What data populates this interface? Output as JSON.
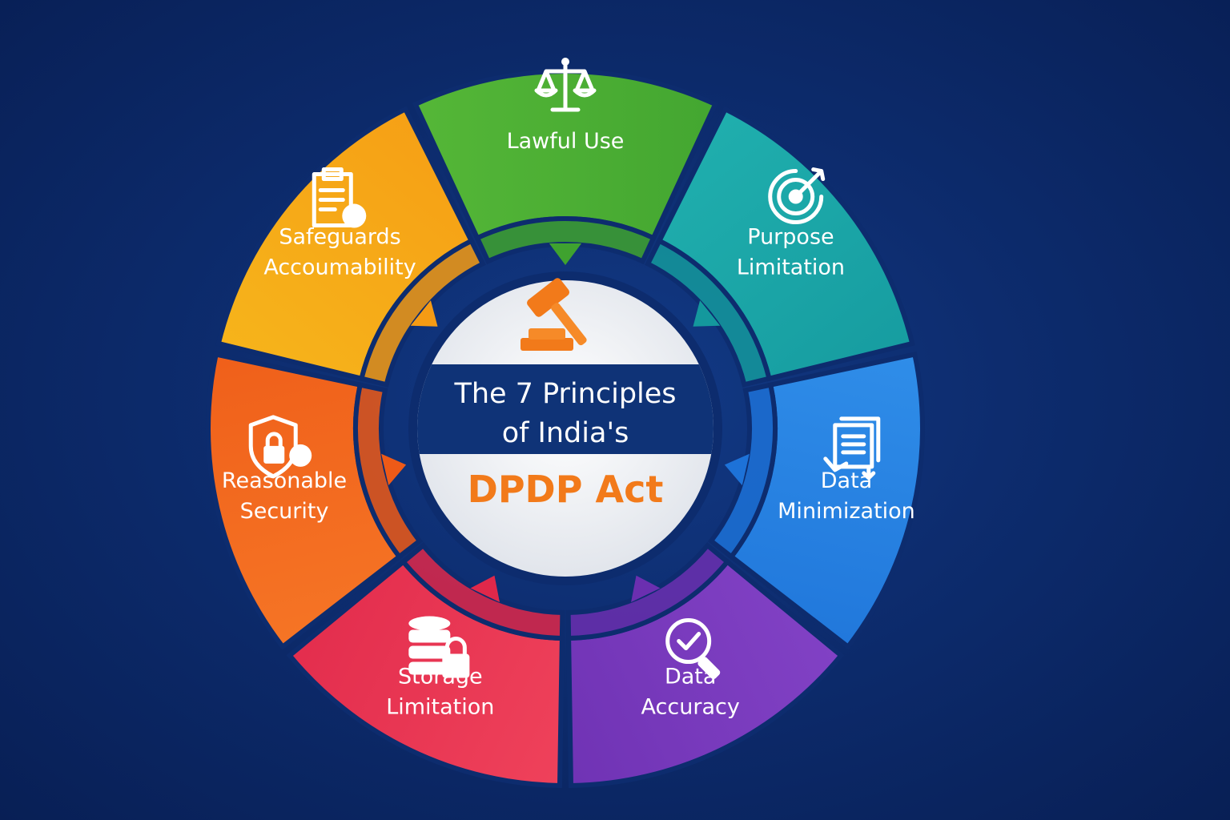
{
  "hub": {
    "title_line1": "The 7 Principles",
    "title_line2": "of India's",
    "act": "DPDP Act",
    "icon": "gavel-icon",
    "accent_color": "#f27a1a",
    "band_color": "#0f3377"
  },
  "principles": [
    {
      "id": "lawful-use",
      "lines": [
        "Lawful Use"
      ],
      "icon": "scales-icon",
      "color": "#3fa22f",
      "color_light": "#59bb39"
    },
    {
      "id": "purpose-limitation",
      "lines": [
        "Purpose",
        "Limitation"
      ],
      "icon": "target-icon",
      "color": "#14989d",
      "color_light": "#22b3b1"
    },
    {
      "id": "data-minimization",
      "lines": [
        "Data",
        "Minimization"
      ],
      "icon": "document-stack-icon",
      "color": "#1d72d8",
      "color_light": "#3393ec"
    },
    {
      "id": "data-accuracy",
      "lines": [
        "Data",
        "Accuracy"
      ],
      "icon": "magnifier-check-icon",
      "color": "#6b2fb0",
      "color_light": "#8645c9"
    },
    {
      "id": "storage-limitation",
      "lines": [
        "Storage",
        "Limitation"
      ],
      "icon": "database-lock-icon",
      "color": "#e0284a",
      "color_light": "#f2475e"
    },
    {
      "id": "reasonable-security",
      "lines": [
        "Reasonable",
        "Security"
      ],
      "icon": "shield-lock-icon",
      "color": "#ee5a17",
      "color_light": "#f77a28"
    },
    {
      "id": "safeguards-accountability",
      "lines": [
        "Safeguards",
        "Accoumability"
      ],
      "icon": "clipboard-check-icon",
      "color": "#f59b14",
      "color_light": "#f7b91c"
    }
  ]
}
